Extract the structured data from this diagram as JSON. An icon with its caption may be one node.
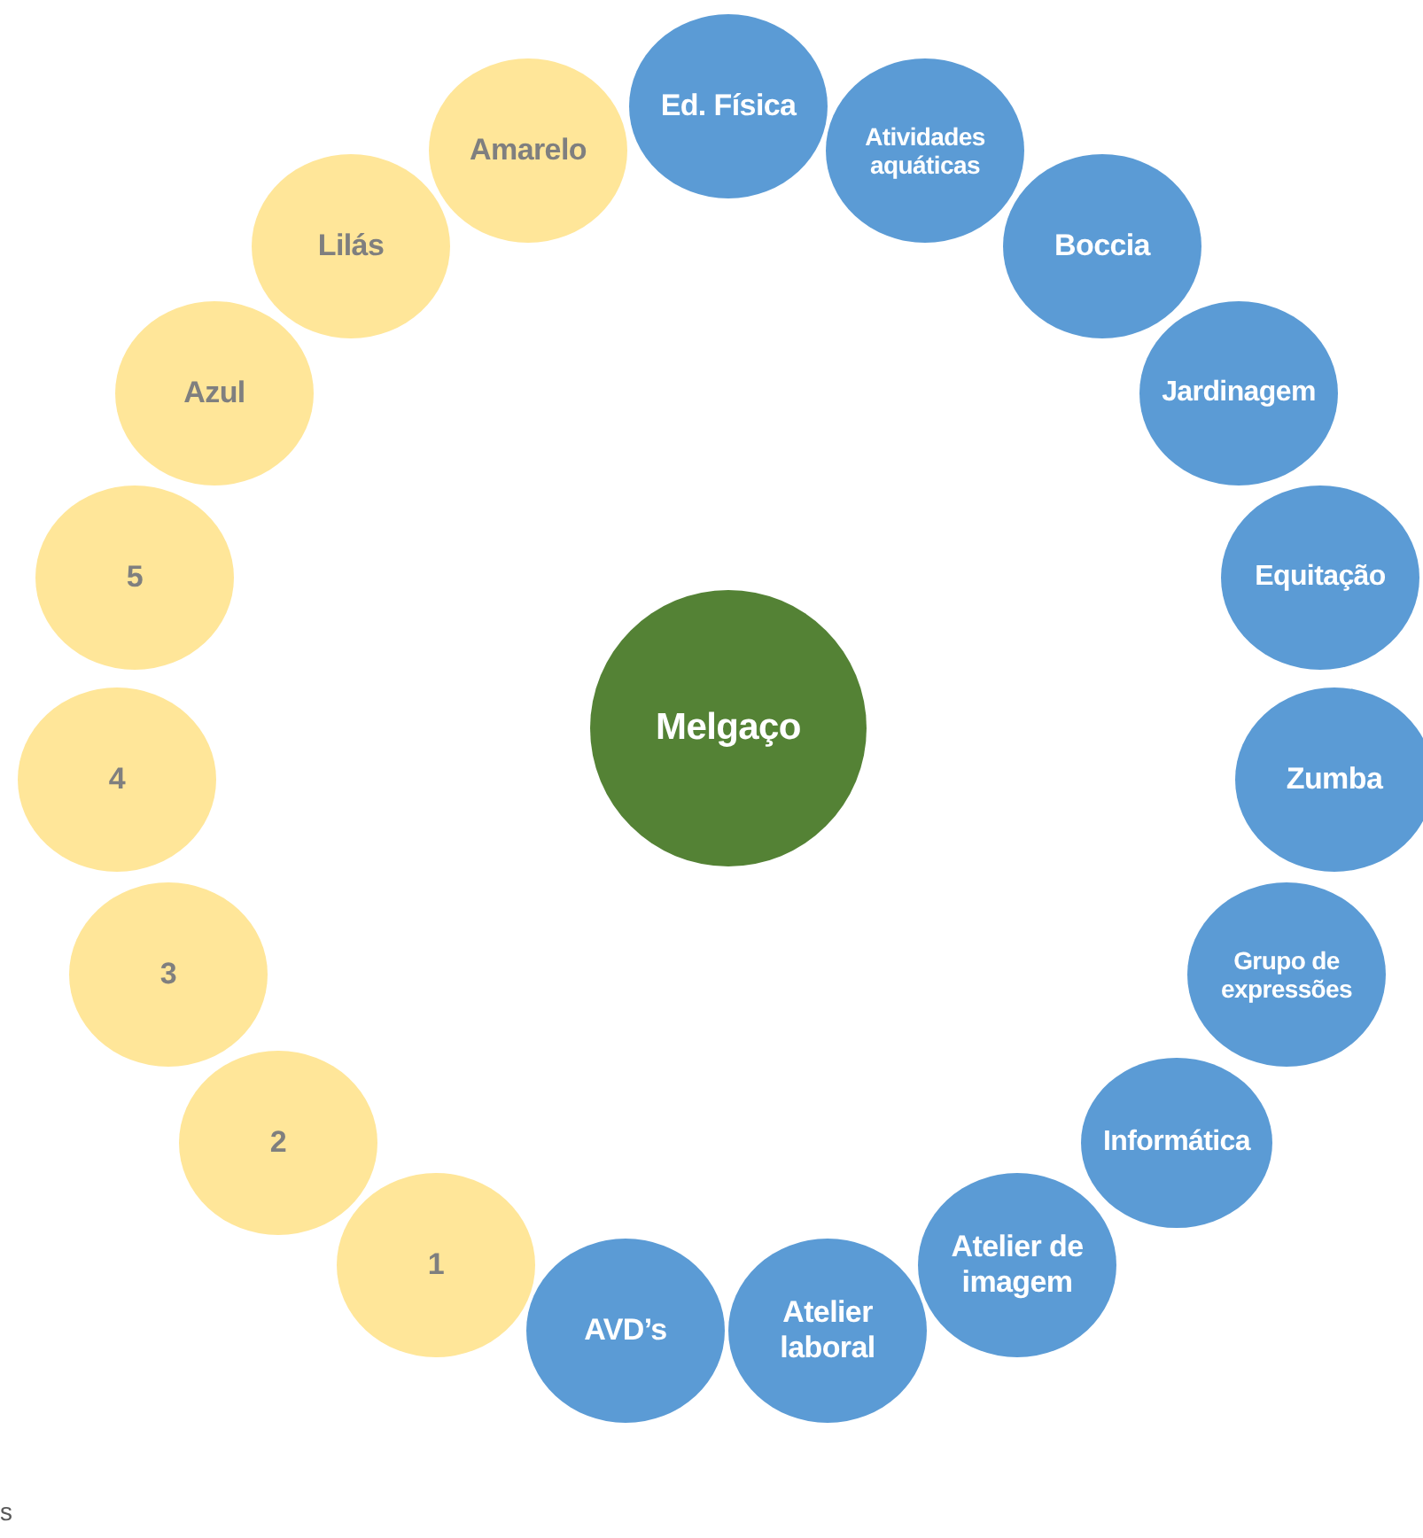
{
  "diagram": {
    "nodes": [
      {
        "text": [
          "Melgaço"
        ]
      },
      {
        "text": [
          "Ed. Física"
        ]
      },
      {
        "text": [
          "Atividades aquáticas"
        ]
      },
      {
        "text": [
          "Boccia"
        ]
      },
      {
        "text": [
          "Jardinagem"
        ]
      },
      {
        "text": [
          "Equitação"
        ]
      },
      {
        "text": [
          "Zumba"
        ]
      },
      {
        "text": [
          "Grupo de expressões"
        ]
      },
      {
        "text": [
          "Informática"
        ]
      },
      {
        "text": [
          "Atelier de imagem"
        ]
      },
      {
        "text": [
          "Atelier laboral"
        ]
      },
      {
        "text": [
          "AVD’s"
        ]
      },
      {
        "text": [
          "1"
        ]
      },
      {
        "text": [
          "2"
        ]
      },
      {
        "text": [
          "3"
        ]
      },
      {
        "text": [
          "4"
        ]
      },
      {
        "text": [
          "5"
        ]
      },
      {
        "text": [
          "Azul"
        ]
      },
      {
        "text": [
          "Lilás"
        ]
      },
      {
        "text": [
          "Amarelo"
        ]
      }
    ],
    "labels": [
      "s"
    ]
  }
}
